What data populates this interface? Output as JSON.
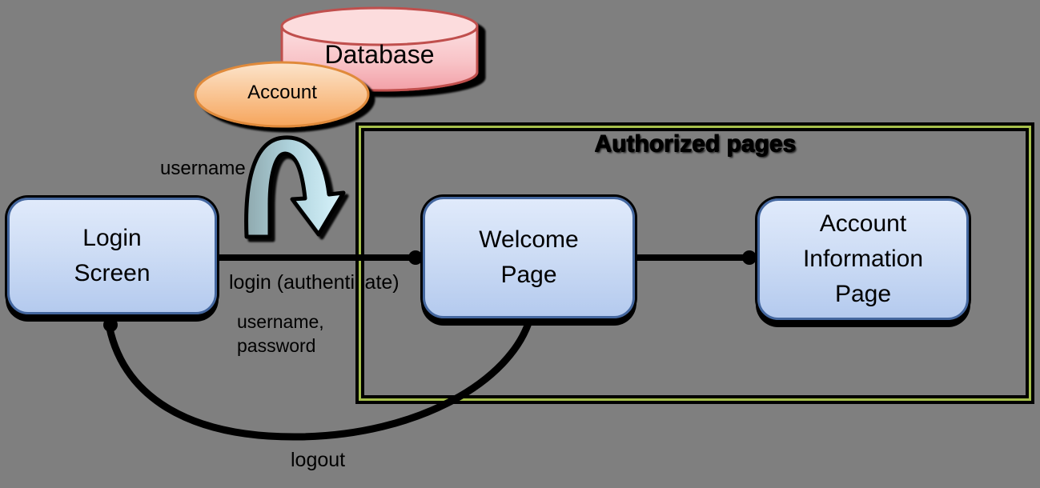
{
  "diagram": {
    "database": {
      "label": "Database"
    },
    "account_entity": {
      "label": "Account"
    },
    "authorized_group": {
      "title": "Authorized pages"
    },
    "nodes": {
      "login": {
        "label": "Login\nScreen"
      },
      "welcome": {
        "label": "Welcome\nPage"
      },
      "account_info": {
        "label": "Account\nInformation\nPage"
      }
    },
    "edges": {
      "fetch_username": {
        "label": "username"
      },
      "login_authenticate": {
        "label": "login (authenticate)"
      },
      "credentials": {
        "label": "username,\npassword"
      },
      "logout": {
        "label": "logout"
      }
    },
    "colors": {
      "background": "#7f7f7f",
      "database_fill_top": "#fcdcdd",
      "database_fill_bottom": "#f2989f",
      "database_border": "#c0504d",
      "account_fill_top": "#fcdfc2",
      "account_fill_bottom": "#f6a55c",
      "account_border": "#e08a3a",
      "node_fill_top": "#e0eafb",
      "node_fill_bottom": "#b4caee",
      "node_border": "#44679f",
      "group_border_green": "#a6bf4b",
      "arrow_fill_left": "#8fa9ae",
      "arrow_fill_right": "#d9f4fc",
      "connector": "#000000"
    }
  }
}
